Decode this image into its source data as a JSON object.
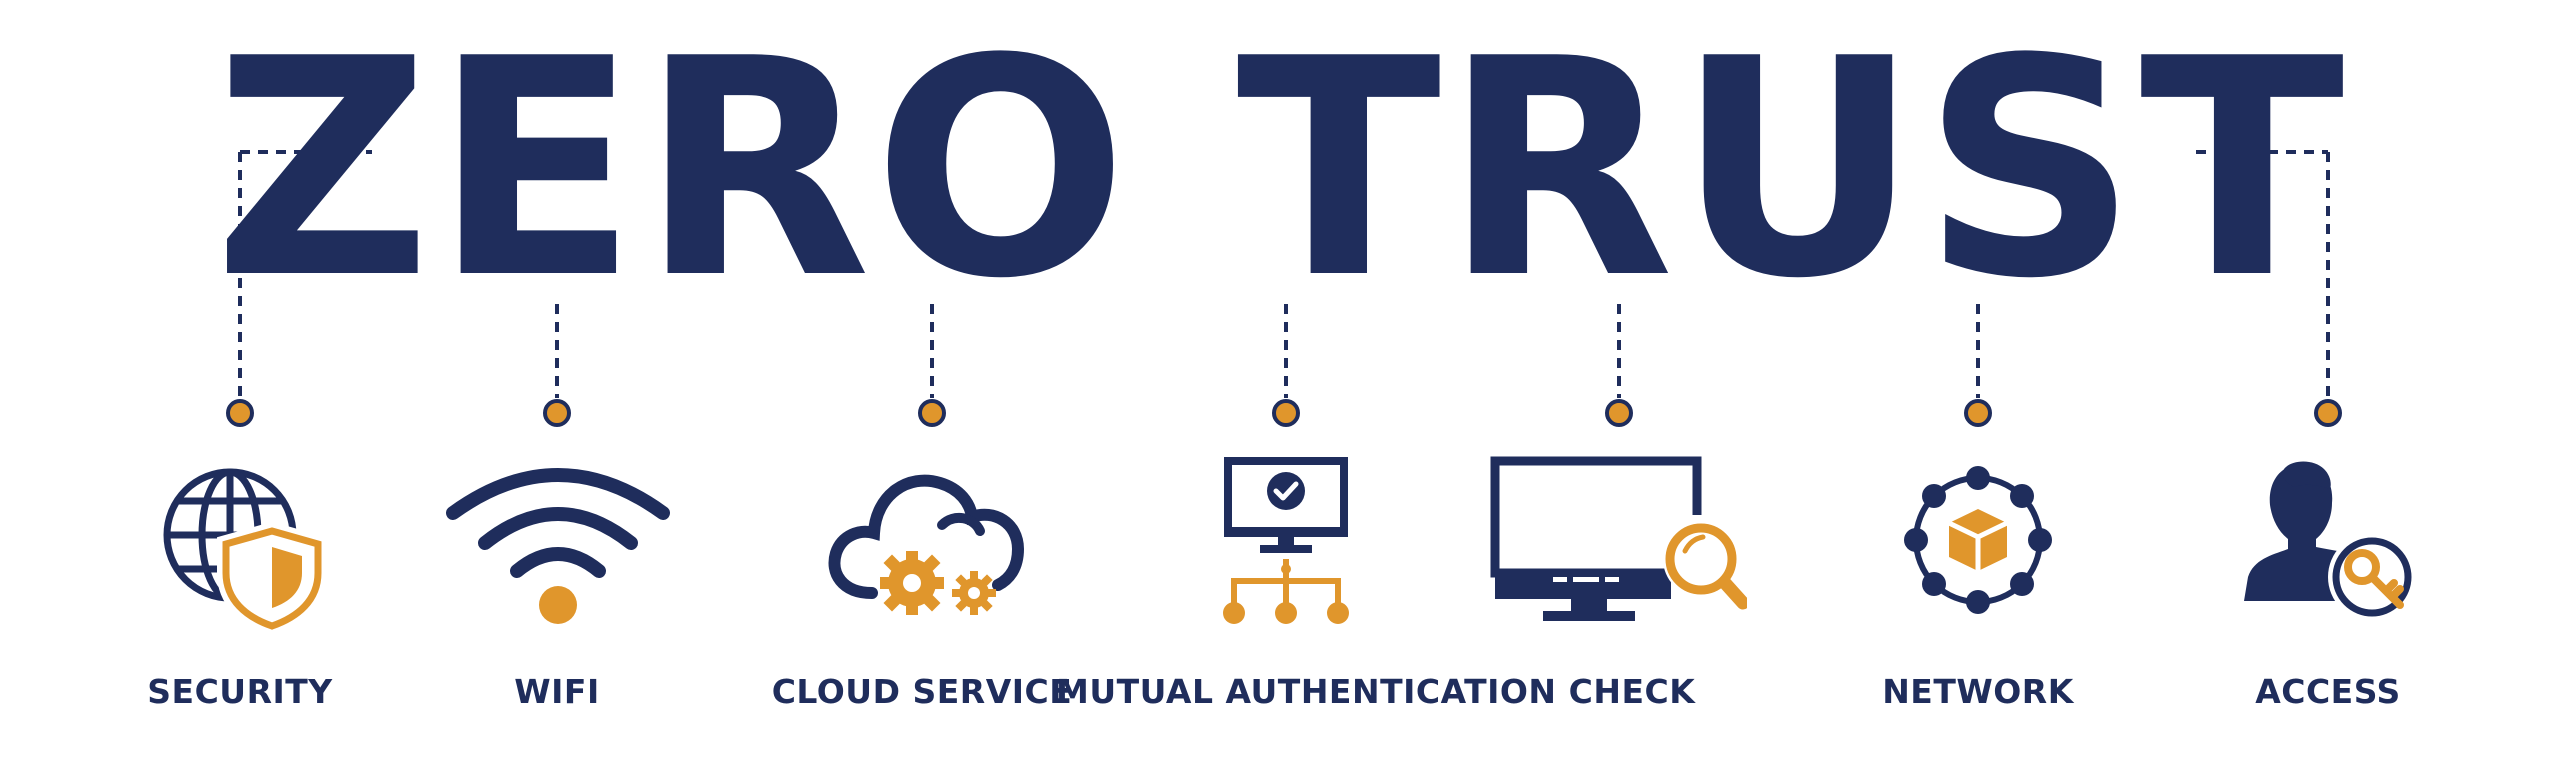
{
  "title": "ZERO TRUST",
  "colors": {
    "navy": "#1f2d5c",
    "orange": "#e0962c",
    "background": "#ffffff"
  },
  "items": [
    {
      "label": "SECURITY",
      "icon": "globe-shield-icon"
    },
    {
      "label": "WIFI",
      "icon": "wifi-icon"
    },
    {
      "label": "CLOUD SERVICE",
      "icon": "cloud-gears-icon"
    },
    {
      "label": "MUTUAL AUTHENTICATION",
      "icon": "monitor-network-check-icon"
    },
    {
      "label": "CHECK",
      "icon": "monitor-magnifier-icon"
    },
    {
      "label": "NETWORK",
      "icon": "network-cube-icon"
    },
    {
      "label": "ACCESS",
      "icon": "user-key-icon"
    }
  ]
}
